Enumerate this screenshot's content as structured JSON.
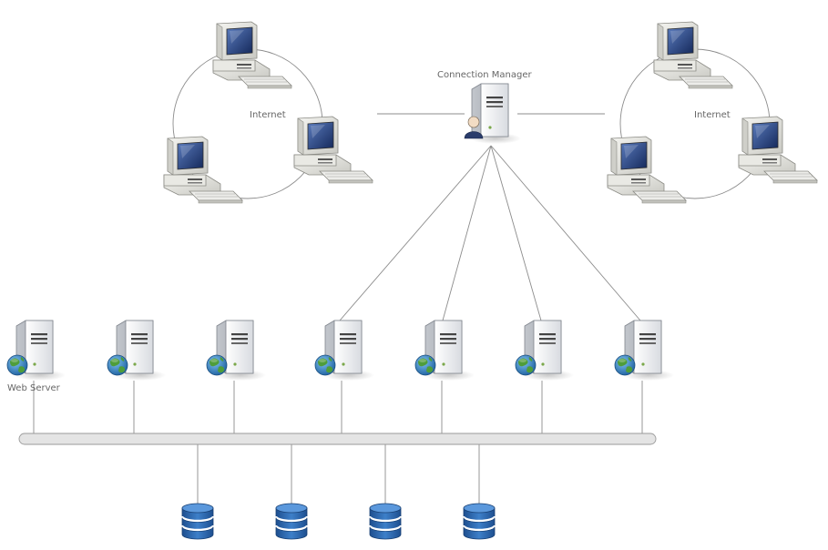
{
  "labels": {
    "internet_left": "Internet",
    "internet_right": "Internet",
    "connection_manager": "Connection Manager",
    "web_server": "Web Server"
  },
  "icons": {
    "workstation": "desktop-computer-icon",
    "server": "tower-server-icon",
    "web_server": "globe-server-icon",
    "admin": "user-icon",
    "database": "database-icon"
  },
  "colors": {
    "line": "#8c8c8c",
    "bus_fill": "#e4e4e4",
    "monitor_screen": "#1f3b73",
    "database_blue": "#2f69b0",
    "globe_green": "#3c8f32",
    "globe_blue": "#2c7fc0",
    "label_text": "#666666"
  },
  "counts": {
    "internet_clusters": 2,
    "workstations_per_cluster": 3,
    "web_servers": 7,
    "databases": 4
  }
}
